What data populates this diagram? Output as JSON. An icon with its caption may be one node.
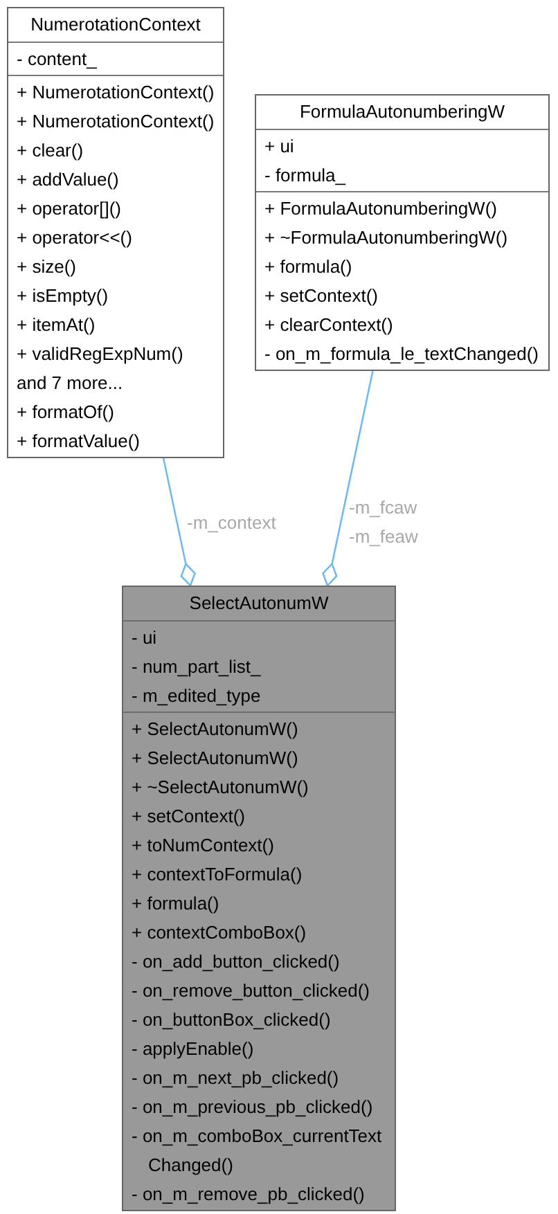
{
  "diagram": {
    "nodes": [
      {
        "text": [
          "NumerotationContext"
        ]
      },
      {
        "text": [
          "- content_"
        ],
        "in": 0
      },
      {
        "text": [
          "+ NumerotationContext()",
          "+ NumerotationContext()",
          "+ clear()",
          "+ addValue()",
          "+ operator[]()",
          "+ operator<<()",
          "+ size()",
          "+ isEmpty()",
          "+ itemAt()",
          "+ validRegExpNum()",
          "and 7 more...",
          "+ formatOf()",
          "+ formatValue()"
        ],
        "in": 0
      },
      {
        "text": [
          "FormulaAutonumberingW"
        ]
      },
      {
        "text": [
          "+ ui",
          "- formula_"
        ],
        "in": 3
      },
      {
        "text": [
          "+ FormulaAutonumberingW()",
          "+ ~FormulaAutonumberingW()",
          "+ formula()",
          "+ setContext()",
          "+ clearContext()",
          "- on_m_formula_le_textChanged()"
        ],
        "in": 3
      },
      {
        "text": [
          "SelectAutonumW"
        ]
      },
      {
        "text": [
          "- ui",
          "- num_part_list_",
          "- m_edited_type"
        ],
        "in": 6
      },
      {
        "text": [
          "+ SelectAutonumW()",
          "+ SelectAutonumW()",
          "+ ~SelectAutonumW()",
          "+ setContext()",
          "+ toNumContext()",
          "+ contextToFormula()",
          "+ formula()",
          "+ contextComboBox()",
          "- on_add_button_clicked()",
          "- on_remove_button_clicked()",
          "- on_buttonBox_clicked()",
          "- applyEnable()",
          "- on_m_next_pb_clicked()",
          "- on_m_previous_pb_clicked()",
          "- on_m_comboBox_currentText Changed()",
          "- on_m_remove_pb_clicked()"
        ],
        "in": 6
      }
    ],
    "edges": [
      {
        "from": 0,
        "to": 6,
        "arrow": "other",
        "label": "-m_context"
      },
      {
        "from": 3,
        "to": 6,
        "arrow": "other",
        "label": "-m_fcaw -m_feaw"
      }
    ]
  }
}
